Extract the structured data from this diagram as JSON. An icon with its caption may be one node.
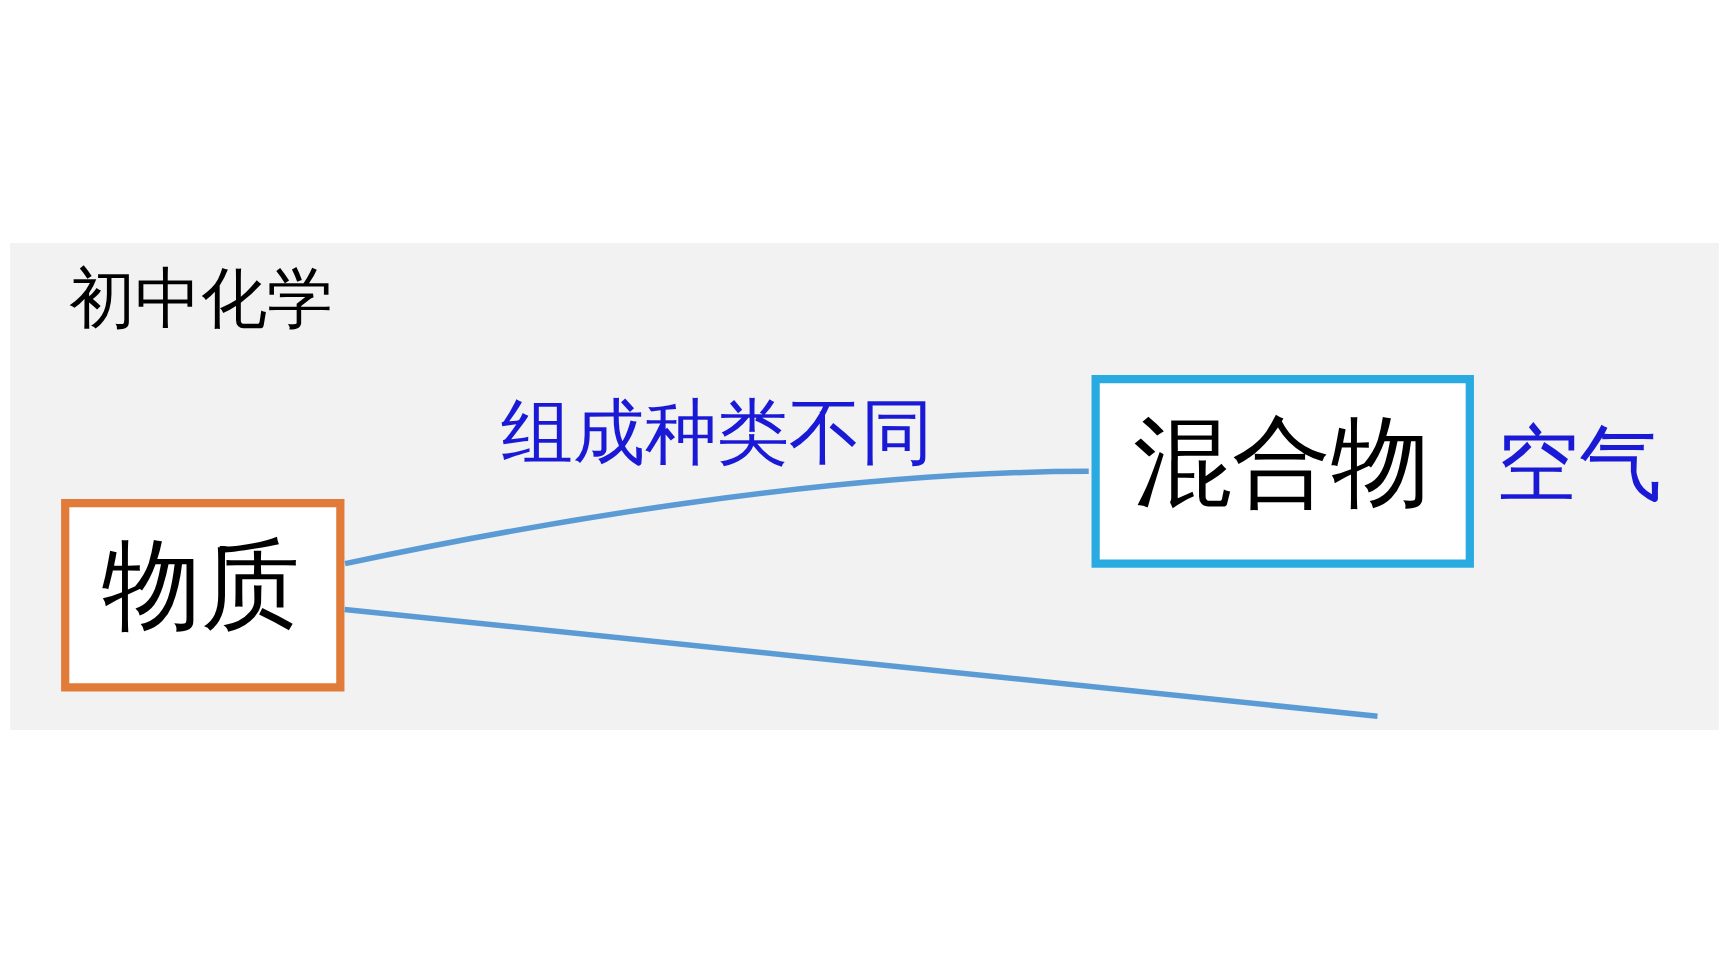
{
  "diagram": {
    "nodes": [
      {
        "text": [
          "物质"
        ]
      },
      {
        "text": [
          "混合物"
        ],
        "beside": [
          "空气"
        ]
      }
    ],
    "edges": [
      {
        "from": 0,
        "to": 1,
        "label": "组成种类不同",
        "arrow": "none"
      },
      {
        "from": 0,
        "to": null,
        "arrow": "none"
      }
    ],
    "labels": [
      "初中化学"
    ]
  }
}
